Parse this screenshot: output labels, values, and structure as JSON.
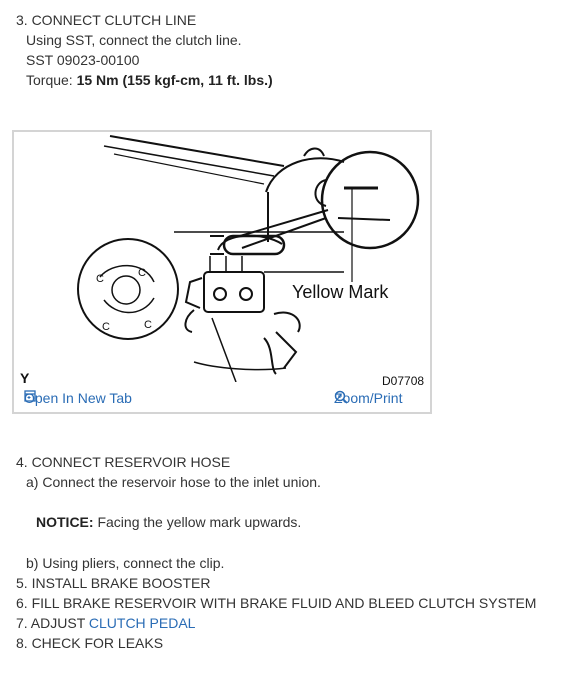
{
  "step3": {
    "title": "3. CONNECT CLUTCH LINE",
    "line1": "Using SST, connect the clutch line.",
    "line2": "SST 09023-00100",
    "torque_label": "Torque:",
    "torque_value": "15 Nm (155 kgf-cm, 11 ft. lbs.)"
  },
  "figure": {
    "callout": "Yellow Mark",
    "corner_letter": "Y",
    "code": "D07708",
    "gauge_letters": [
      "C",
      "C",
      "C",
      "C"
    ],
    "open_tab": "Open In New Tab",
    "zoom_print": "Zoom/Print"
  },
  "step4": {
    "title": "4. CONNECT RESERVOIR HOSE",
    "sub_a": "a) Connect the reservoir hose to the inlet union.",
    "notice_label": "NOTICE:",
    "notice_text": "Facing the yellow mark upwards.",
    "sub_b": "b) Using pliers, connect the clip."
  },
  "step5": "5. INSTALL BRAKE BOOSTER",
  "step6": "6. FILL BRAKE RESERVOIR WITH BRAKE FLUID AND BLEED CLUTCH SYSTEM",
  "step7": {
    "prefix": "7. ADJUST",
    "link": "CLUTCH PEDAL"
  },
  "step8": "8. CHECK FOR LEAKS",
  "colors": {
    "link": "#2a6cb5",
    "text": "#333333",
    "border": "#d4d4d4"
  }
}
